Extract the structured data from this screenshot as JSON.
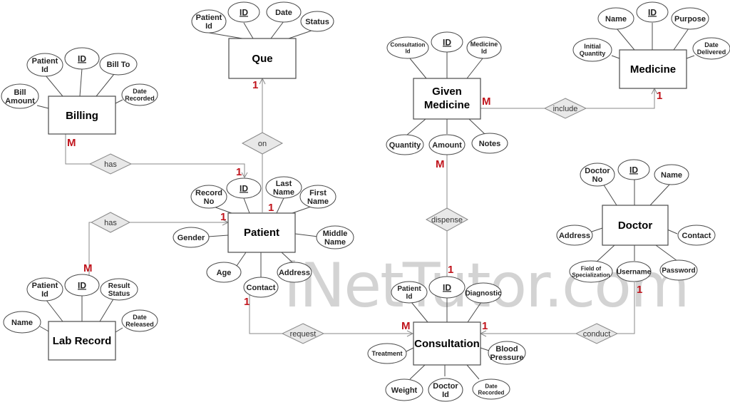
{
  "watermark": "iNetTutor.com",
  "entities": {
    "que": "Que",
    "billing": "Billing",
    "given_medicine": [
      "Given",
      "Medicine"
    ],
    "medicine": "Medicine",
    "patient": "Patient",
    "doctor": "Doctor",
    "lab_record": "Lab Record",
    "consultation": "Consultation"
  },
  "relationships": {
    "on": "on",
    "has_billing": "has",
    "has_lab": "has",
    "include": "include",
    "dispense": "dispense",
    "request": "request",
    "conduct": "conduct"
  },
  "attributes": {
    "que": [
      [
        "Patient",
        "Id"
      ],
      [
        "ID"
      ],
      [
        "Date"
      ],
      [
        "Status"
      ]
    ],
    "billing": [
      [
        "Patient",
        "Id"
      ],
      [
        "ID"
      ],
      [
        "Bill To"
      ],
      [
        "Bill",
        "Amount"
      ],
      [
        "Date",
        "Recorded"
      ]
    ],
    "given_medicine": [
      [
        "Consultation",
        "Id"
      ],
      [
        "ID"
      ],
      [
        "Medicine",
        "Id"
      ],
      [
        "Quantity"
      ],
      [
        "Amount"
      ],
      [
        "Notes"
      ]
    ],
    "medicine": [
      [
        "Name"
      ],
      [
        "ID"
      ],
      [
        "Purpose"
      ],
      [
        "Initial",
        "Quantity"
      ],
      [
        "Date",
        "Delivered"
      ]
    ],
    "patient": [
      [
        "Record",
        "No"
      ],
      [
        "ID"
      ],
      [
        "Last",
        "Name"
      ],
      [
        "First",
        "Name"
      ],
      [
        "Gender"
      ],
      [
        "Middle",
        "Name"
      ],
      [
        "Age"
      ],
      [
        "Contact"
      ],
      [
        "Address"
      ]
    ],
    "doctor": [
      [
        "Doctor",
        "No"
      ],
      [
        "ID"
      ],
      [
        "Name"
      ],
      [
        "Address"
      ],
      [
        "Contact"
      ],
      [
        "Field of",
        "Specialization"
      ],
      [
        "Username"
      ],
      [
        "Password"
      ]
    ],
    "lab_record": [
      [
        "Patient",
        "Id"
      ],
      [
        "ID"
      ],
      [
        "Result",
        "Status"
      ],
      [
        "Name"
      ],
      [
        "Date",
        "Released"
      ]
    ],
    "consultation": [
      [
        "Patient",
        "Id"
      ],
      [
        "ID"
      ],
      [
        "Diagnostic"
      ],
      [
        "Treatment"
      ],
      [
        "Blood",
        "Pressure"
      ],
      [
        "Weight"
      ],
      [
        "Doctor",
        "Id"
      ],
      [
        "Date",
        "Recorded"
      ]
    ]
  },
  "cardinalities": {
    "que_on": "1",
    "patient_on": "1",
    "billing_has": "M",
    "patient_has_billing": "1",
    "patient_has_lab": "1",
    "lab_has": "M",
    "given_medicine_include": "M",
    "medicine_include": "1",
    "given_medicine_dispense": "M",
    "consultation_dispense": "1",
    "patient_request": "1",
    "consultation_request": "M",
    "consultation_conduct": "1",
    "doctor_conduct": "1"
  }
}
